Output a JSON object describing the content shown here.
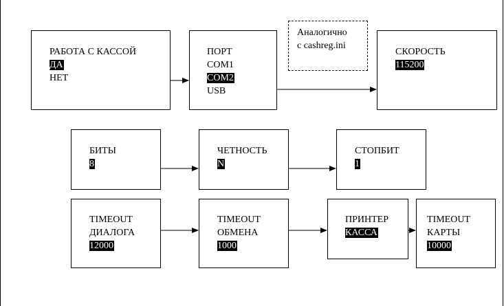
{
  "boxes": {
    "kassa": {
      "lines": [
        {
          "text": "РАБОТА С КАССОЙ",
          "selected": false
        },
        {
          "text": "ДА",
          "selected": true
        },
        {
          "text": "НЕТ",
          "selected": false
        }
      ]
    },
    "port": {
      "lines": [
        {
          "text": "ПОРТ",
          "selected": false
        },
        {
          "text": "COM1",
          "selected": false
        },
        {
          "text": "COM2",
          "selected": true
        },
        {
          "text": "USB",
          "selected": false
        }
      ]
    },
    "note": {
      "lines": [
        {
          "text": "Аналогично",
          "selected": false
        },
        {
          "text": "с cashreg.ini",
          "selected": false
        }
      ]
    },
    "speed": {
      "lines": [
        {
          "text": "СКОРОСТЬ",
          "selected": false
        },
        {
          "text": "115200",
          "selected": true
        }
      ]
    },
    "bits": {
      "lines": [
        {
          "text": "БИТЫ",
          "selected": false
        },
        {
          "text": "8",
          "selected": true
        }
      ]
    },
    "parity": {
      "lines": [
        {
          "text": "ЧЕТНОСТЬ",
          "selected": false
        },
        {
          "text": "N",
          "selected": true
        }
      ]
    },
    "stopbit": {
      "lines": [
        {
          "text": "СТОПБИТ",
          "selected": false
        },
        {
          "text": "1",
          "selected": true
        }
      ]
    },
    "timeout_dialog": {
      "lines": [
        {
          "text": "TIMEOUT",
          "selected": false
        },
        {
          "text": "ДИАЛОГА",
          "selected": false
        },
        {
          "text": "12000",
          "selected": true
        }
      ]
    },
    "timeout_exchange": {
      "lines": [
        {
          "text": "TIMEOUT",
          "selected": false
        },
        {
          "text": "ОБМЕНА",
          "selected": false
        },
        {
          "text": "1000",
          "selected": true
        }
      ]
    },
    "printer": {
      "lines": [
        {
          "text": "ПРИНТЕР",
          "selected": false
        },
        {
          "text": "КАССА",
          "selected": true
        }
      ]
    },
    "timeout_card": {
      "lines": [
        {
          "text": "TIMEOUT",
          "selected": false
        },
        {
          "text": "КАРТЫ",
          "selected": false
        },
        {
          "text": "10000",
          "selected": true
        }
      ]
    }
  },
  "colors": {
    "line": "#000000",
    "background": "#ffffff",
    "highlight_bg": "#000000",
    "highlight_fg": "#ffffff"
  }
}
